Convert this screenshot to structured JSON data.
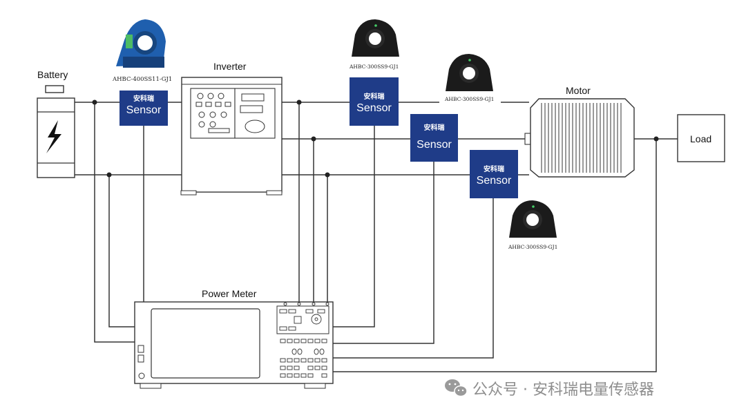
{
  "labels": {
    "battery": "Battery",
    "inverter": "Inverter",
    "motor": "Motor",
    "load": "Load",
    "power_meter": "Power Meter"
  },
  "sensors": [
    {
      "brand": "安科瑞",
      "word": "Sensor"
    },
    {
      "brand": "安科瑞",
      "word": "Sensor"
    },
    {
      "brand": "安科瑞",
      "word": "Sensor"
    },
    {
      "brand": "安科瑞",
      "word": "Sensor"
    }
  ],
  "models": {
    "m1": "AHBC-400SS11-GJ1",
    "m2": "AHBC-300SS9-GJ1",
    "m3": "AHBC-300SS9-GJ1",
    "m4": "AHBC-300SS9-GJ1"
  },
  "watermark": "公众号 · 安科瑞电量传感器",
  "colors": {
    "sensor_box": "#1f3c88",
    "line": "#333333",
    "sensor_blue": "#1f5fae",
    "sensor_black": "#1b1b1b"
  },
  "icons": [
    "battery-bolt-icon",
    "current-sensor-icon",
    "wechat-icon"
  ]
}
